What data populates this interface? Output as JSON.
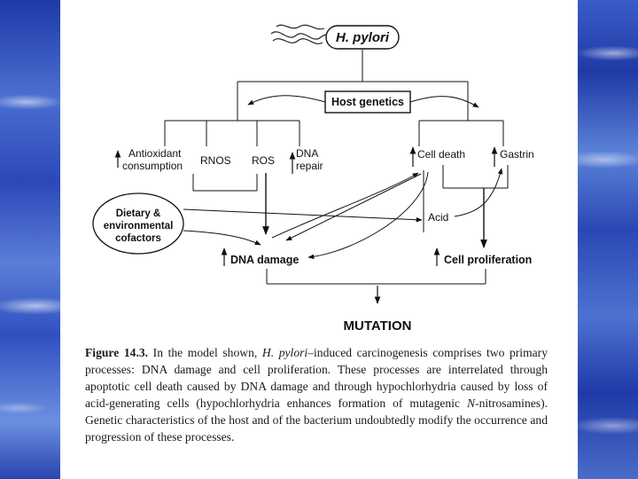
{
  "diagram": {
    "bacterium": "H. pylori",
    "host_genetics": "Host genetics",
    "antioxidant_line1": "Antioxidant",
    "antioxidant_line2": "consumption",
    "rnos": "RNOS",
    "ros": "ROS",
    "dna_repair_line1": "DNA",
    "dna_repair_line2": "repair",
    "cell_death": "Cell death",
    "gastrin": "Gastrin",
    "dietary_line1": "Dietary &",
    "dietary_line2": "environmental",
    "dietary_line3": "cofactors",
    "acid": "Acid",
    "dna_damage": "DNA damage",
    "cell_proliferation": "Cell proliferation",
    "mutation": "MUTATION"
  },
  "caption": {
    "label": "Figure 14.3.",
    "text_1": "In the model shown,",
    "italic_1": "H. pylori",
    "text_2": "–induced carcinogenesis comprises two primary processes: DNA damage and cell proliferation. These processes are interrelated through apoptotic cell death caused by DNA damage and through hypochlorhydria caused by loss of acid-generating cells (hypochlorhydria enhances formation of mutagenic",
    "italic_2": "N",
    "text_3": "-nitrosamines). Genetic characteristics of the host and of the bacterium undoubtedly modify the occurrence and progression of these processes."
  }
}
